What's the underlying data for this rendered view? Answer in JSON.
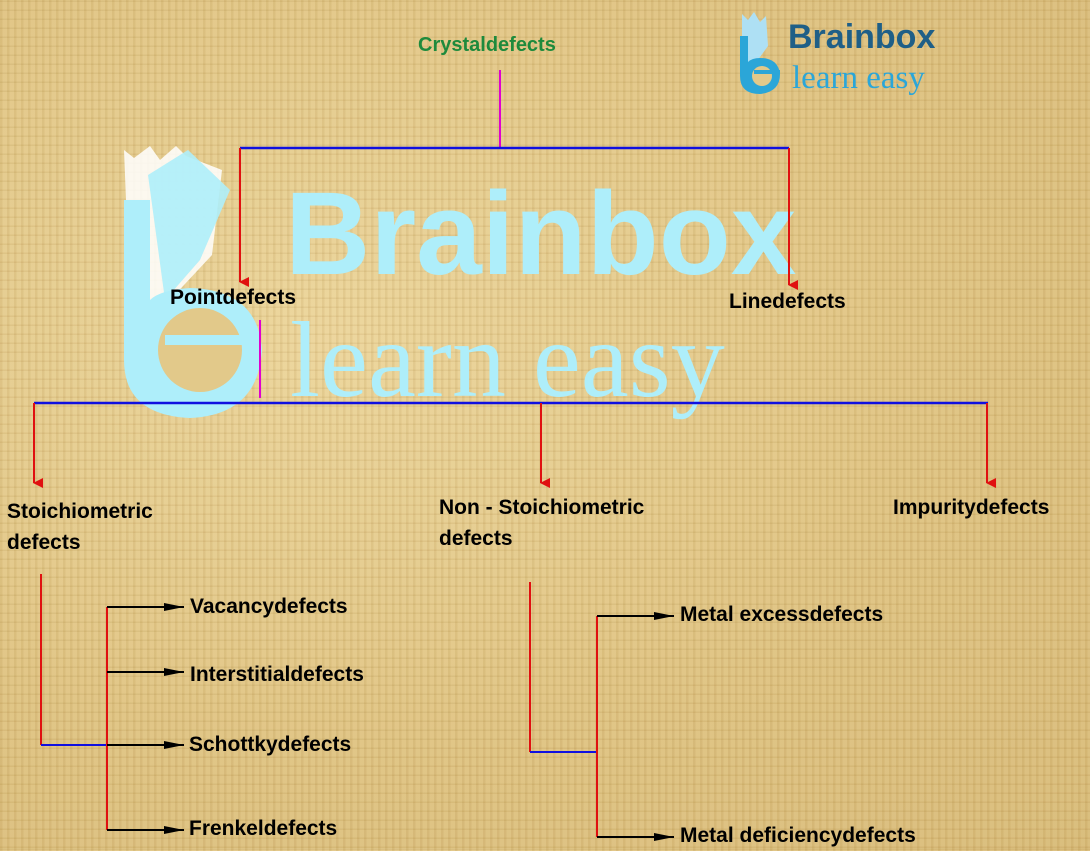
{
  "watermark": {
    "brand": "Brainbox",
    "tagline": "learn easy"
  },
  "logo": {
    "brand": "Brainbox",
    "tagline": "learn easy",
    "colors": {
      "brand": "#1f5f87",
      "tagline": "#2ba6d8",
      "mark": "#2ba6d8"
    }
  },
  "nodes": {
    "root": "Crystaldefects",
    "point": "Pointdefects",
    "line": "Linedefects",
    "stoichiometric": "Stoichiometric\ndefects",
    "non_stoichiometric": "Non - Stoichiometric\ndefects",
    "impurity": "Impuritydefects",
    "vacancy": "Vacancydefects",
    "interstitial": "Interstitialdefects",
    "schottky": "Schottkydefects",
    "frenkel": "Frenkeldefects",
    "metal_excess": "Metal excessdefects",
    "metal_deficiency": "Metal deficiencydefects"
  },
  "colors": {
    "root_text": "#1e8a3c",
    "connector_blue": "#1010e0",
    "connector_red": "#e01010",
    "connector_magenta": "#e000d0",
    "arrow_black": "#000000",
    "watermark_blue": "#aeeefa"
  }
}
